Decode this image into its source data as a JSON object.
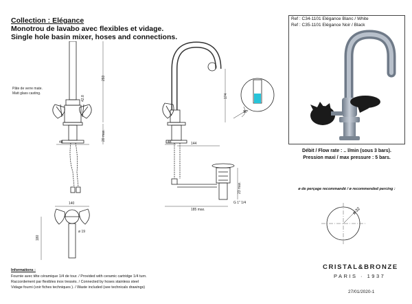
{
  "header": {
    "collection": "Collection : Elégance",
    "title_fr": "Monotrou de lavabo avec flexibles et vidage.",
    "title_en": "Single hole basin mixer, hoses and connections."
  },
  "refs": {
    "ref1": "Ref : C34-1101 Elégance Blanc / White",
    "ref2": "Ref : C35-1101 Elégance Noir / Black"
  },
  "specs": {
    "flow": "Débit / Flow rate : .. l/min (sous  3 bars).",
    "pressure": "Pression maxi / max pressure : 5 bars."
  },
  "drilling": {
    "label": "ø de perçage recommandé / ø recommended percing :",
    "diameter": "ø 32"
  },
  "info": {
    "heading": "Informations :",
    "line1": "Fournie avec tête céramique 1/4 de tour. / Provided with ceramic cartridge 1/4 turn.",
    "line2": "Raccordement par flexibles inox tressés. / Connected by hoses stainless steel",
    "line3": "Vidage fourni (voir fiches techniques ). / Waste included (see technicals drawings)"
  },
  "brand": {
    "name": "CRISTAL&BRONZE",
    "tagline": "PARIS · 1937",
    "date": "27/01/2020-1"
  },
  "drawing": {
    "note_fr": "Pâte de verre mate.",
    "note_en": "Matt glass casting.",
    "dim_293": "293",
    "dim_20max": "20 max.",
    "dim_48_left": "48",
    "dim_48_right": "48",
    "dim_174": "174",
    "dim_144": "144",
    "dim_42_8": "42.8",
    "dim_90": "90°",
    "dim_185": "185 max.",
    "dim_23max": "23 max.",
    "thread": "G 1\" 1/4",
    "dim_140": "140",
    "dim_180": "180",
    "dim_d19": "ø 19"
  },
  "colors": {
    "line": "#222222",
    "dim": "#333333",
    "accent": "#27c4d9",
    "chrome": "#8f9aa8"
  }
}
